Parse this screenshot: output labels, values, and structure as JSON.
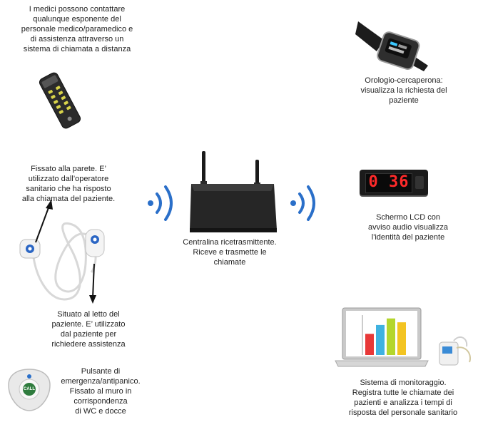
{
  "colors": {
    "text": "#222222",
    "wave": "#2a6fc9",
    "led": "#ff2a2a",
    "bars": [
      "#e83838",
      "#3fb2e0",
      "#b4d62c",
      "#f3c422"
    ]
  },
  "remote": {
    "caption": "I medici possono contattare\nqualunque esponente del\npersonale medico/paramedico e\ndi assistenza attraverso un\nsistema di chiamata a distanza",
    "icon": "remote-control-icon"
  },
  "watch": {
    "caption": "Orologio-cercaperona:\nvisualizza la richiesta del\npaziente",
    "icon": "pager-watch-icon"
  },
  "wall_unit": {
    "caption": "Fissato alla parete. E’\nutilizzato dall’operatore\nsanitario che ha risposto\nalla chiamata del paziente.",
    "icon": "wall-call-button-icon"
  },
  "central": {
    "caption": "Centralina ricetrasmittente.\nRiceve e trasmette le\nchiamate",
    "icon": "transceiver-icon"
  },
  "lcd": {
    "display": "0 36",
    "caption": "Schermo LCD con\navviso audio visualizza\nl'identità del paziente",
    "icon": "lcd-display-icon"
  },
  "bed_unit": {
    "caption": "Situato al letto del\npaziente. E’ utilizzato\ndal paziente per\nrichiedere assistenza",
    "icon": "bed-call-cord-icon"
  },
  "panic": {
    "badge": "CALL",
    "caption": "Pulsante di\nemergenza/antipanico.\nFissato al muro in\ncorrispondenza\ndi WC e docce",
    "icon": "panic-button-icon"
  },
  "monitoring": {
    "caption": "Sistema di monitoraggio.\nRegistra tutte le chiamate dei\npazienti e analizza i tempi di\nrisposta del personale sanitario",
    "icon": "laptop-monitoring-icon",
    "bar_levels": [
      0.55,
      0.78,
      0.95,
      0.85
    ]
  }
}
